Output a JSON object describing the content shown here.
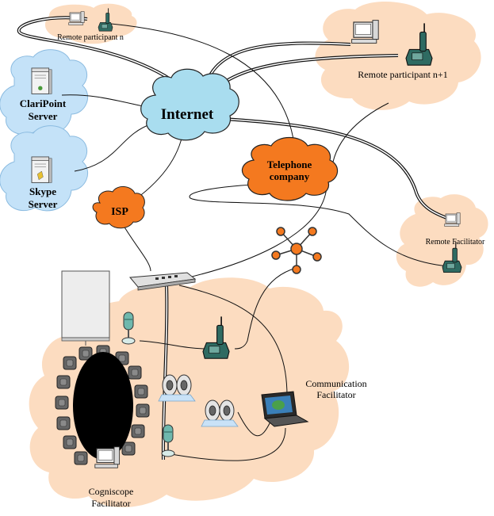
{
  "nodes": {
    "remote_n": "Remote participant n",
    "remote_n1": "Remote participant n+1",
    "clarpoint_l1": "ClariPoint",
    "clarpoint_l2": "Server",
    "skype_l1": "Skype",
    "skype_l2": "Server",
    "internet": "Internet",
    "isp": "ISP",
    "telco_l1": "Telephone",
    "telco_l2": "company",
    "remote_facilitator": "Remote Facilitator",
    "comm_l1": "Communication",
    "comm_l2": "Facilitator",
    "cogni_l1": "Cogniscope",
    "cogni_l2": "Facilitator"
  },
  "colors": {
    "peach_cloud": "#FCDCC0",
    "blue_cloud": "#C4E2F8",
    "internet_cloud": "#A9DDEF",
    "orange_cloud": "#F4791F",
    "hub_node": "#F4791F"
  }
}
